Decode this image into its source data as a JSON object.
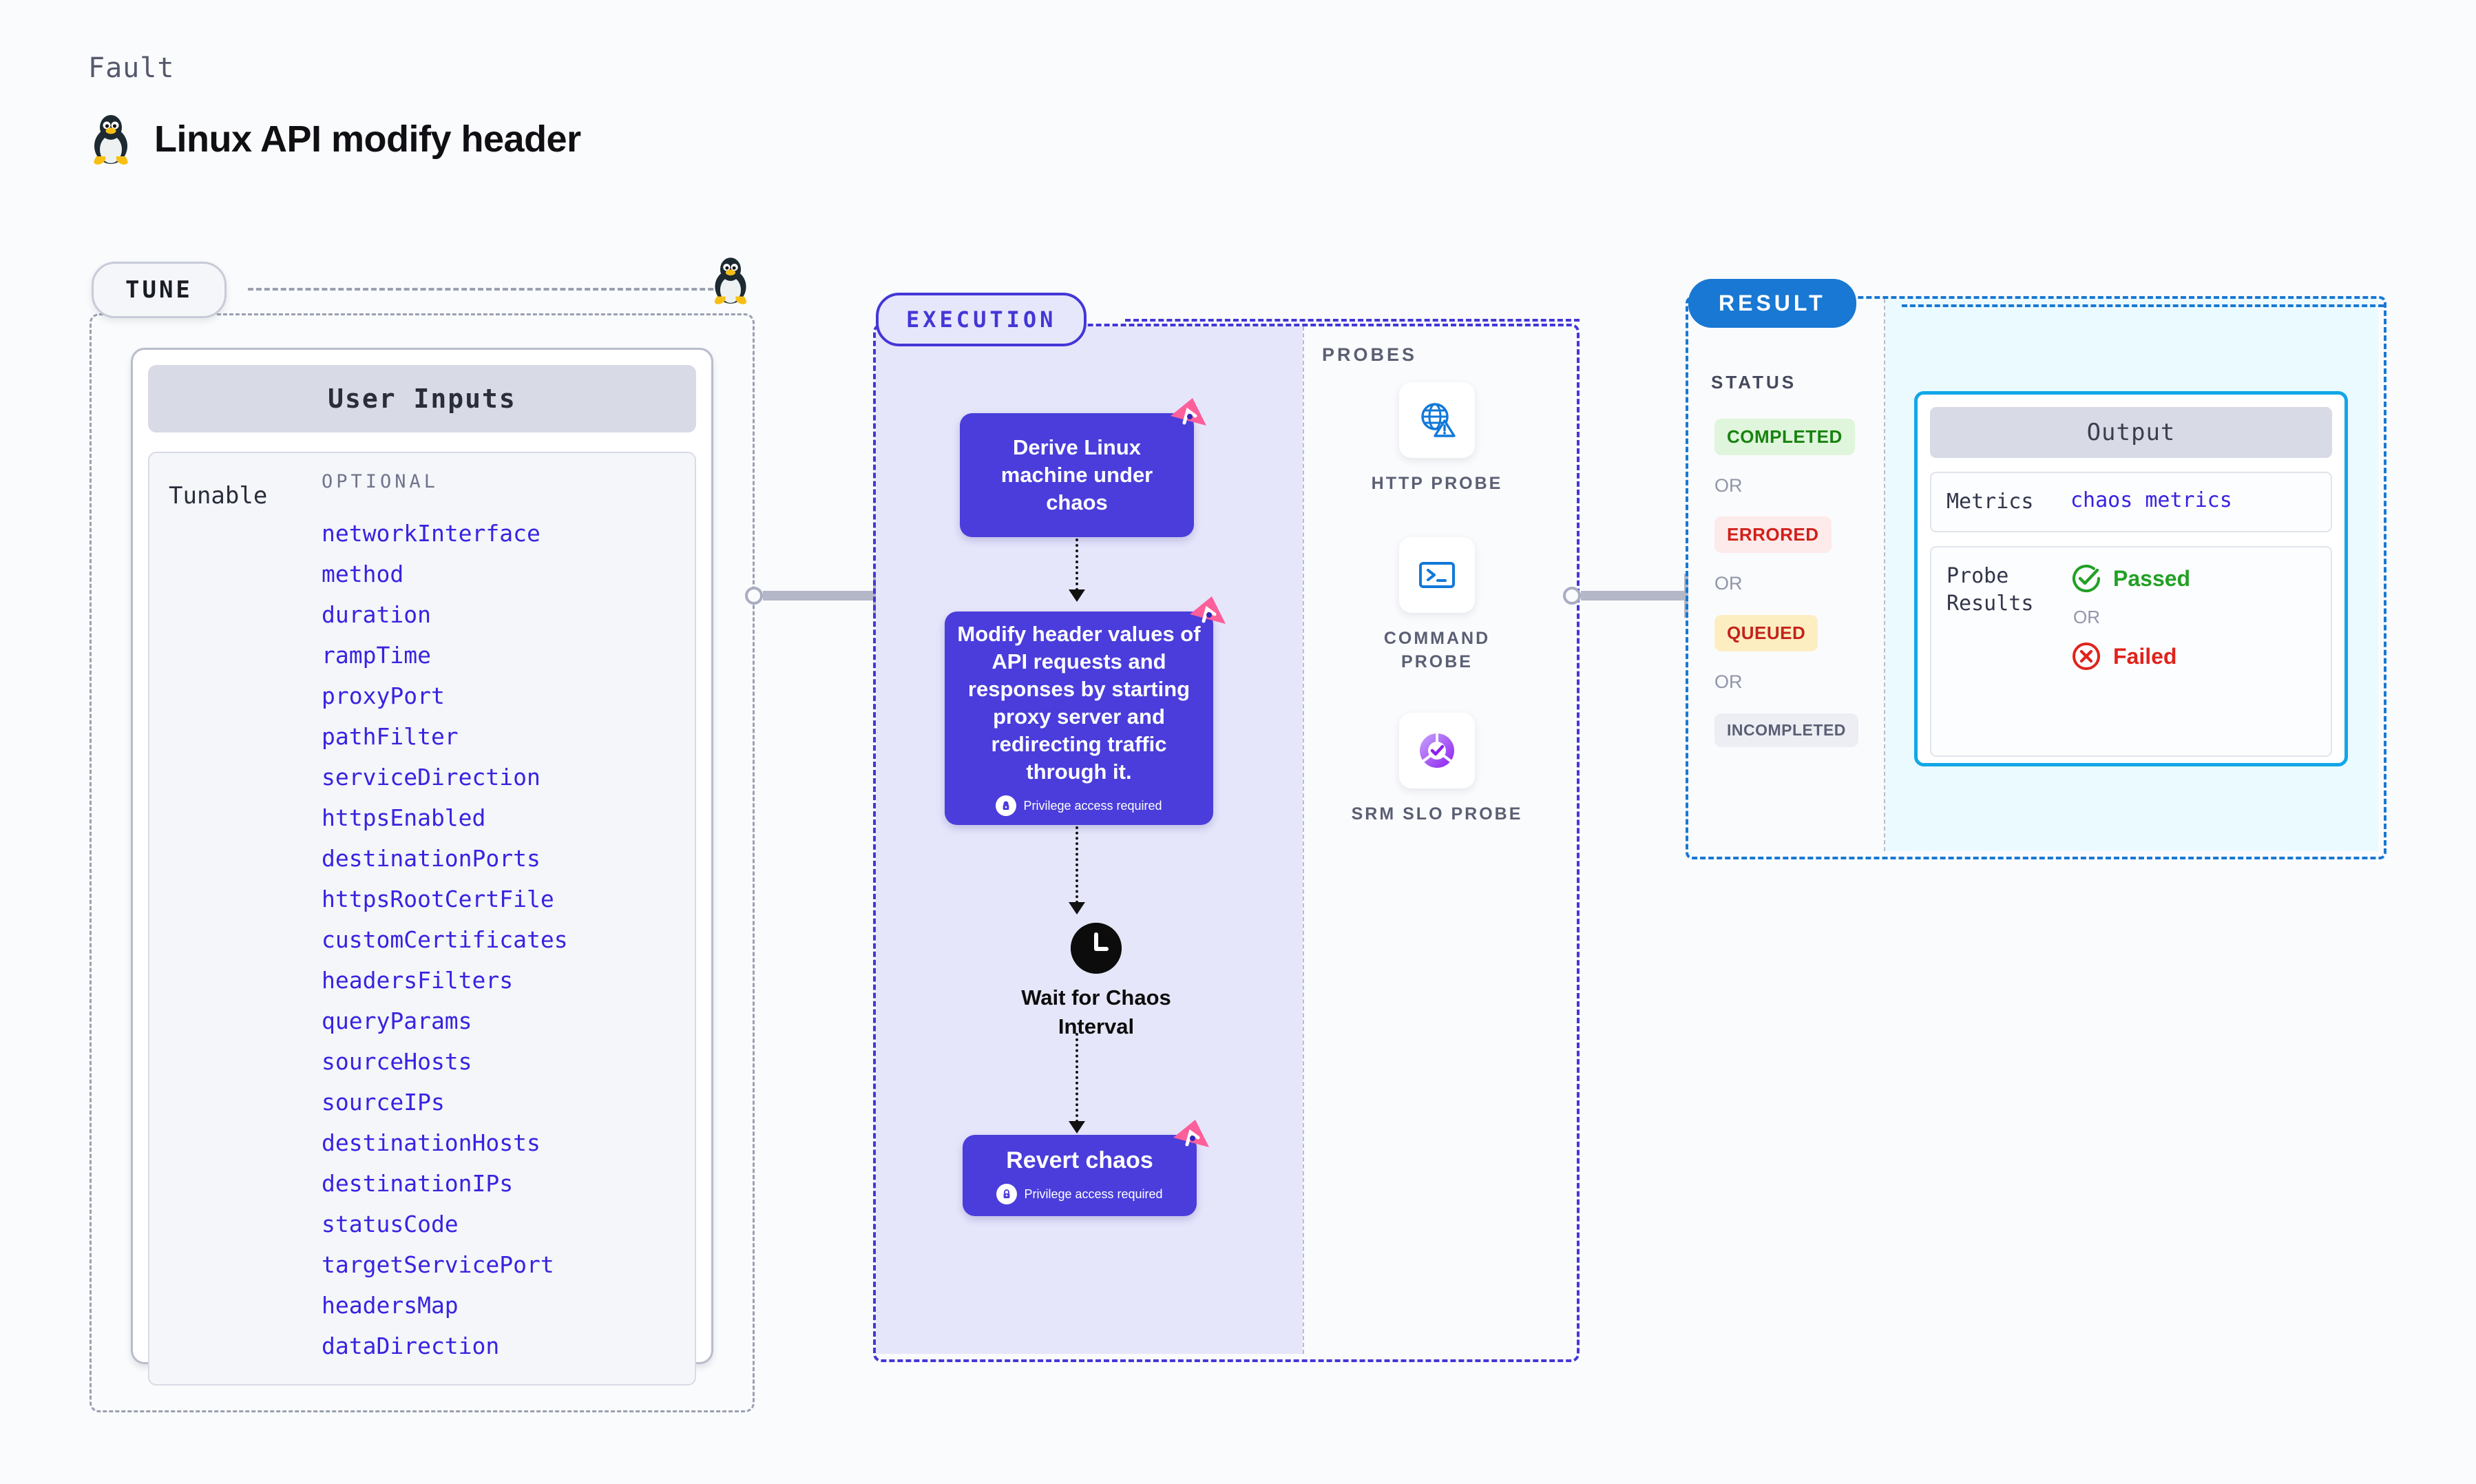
{
  "header": {
    "eyebrow": "Fault",
    "title": "Linux API modify header",
    "os_icon": "linux-penguin-icon"
  },
  "tune": {
    "pill_label": "TUNE",
    "card_title": "User Inputs",
    "tunable_label": "Tunable",
    "optional_label": "OPTIONAL",
    "params": [
      "networkInterface",
      "method",
      "duration",
      "rampTime",
      "proxyPort",
      "pathFilter",
      "serviceDirection",
      "httpsEnabled",
      "destinationPorts",
      "httpsRootCertFile",
      "customCertificates",
      "headersFilters",
      "queryParams",
      "sourceHosts",
      "sourceIPs",
      "destinationHosts",
      "destinationIPs",
      "statusCode",
      "targetServicePort",
      "headersMap",
      "dataDirection"
    ]
  },
  "execution": {
    "pill_label": "EXECUTION",
    "nodes": [
      {
        "id": "derive-node",
        "text": "Derive Linux machine under chaos",
        "privilege_note": null,
        "badge": "harness-ribbon-badge"
      },
      {
        "id": "modify-node",
        "text": "Modify header values of API requests and responses by starting proxy server and redirecting traffic through it.",
        "privilege_note": "Privilege access required",
        "badge": "harness-ribbon-badge"
      },
      {
        "id": "wait-node",
        "text": "Wait for Chaos Interval",
        "privilege_note": null,
        "badge": null
      },
      {
        "id": "revert-node",
        "text": "Revert chaos",
        "privilege_note": "Privilege access required",
        "badge": "harness-ribbon-badge"
      }
    ],
    "probes_title": "PROBES",
    "probes": [
      {
        "label": "HTTP PROBE",
        "icon": "globe-warning-icon"
      },
      {
        "label": "COMMAND PROBE",
        "icon": "terminal-icon"
      },
      {
        "label": "SRM SLO PROBE",
        "icon": "slo-donut-check-icon"
      }
    ]
  },
  "result": {
    "pill_label": "RESULT",
    "status_title": "STATUS",
    "or_label": "OR",
    "statuses": [
      {
        "label": "COMPLETED",
        "fg": "#18820f",
        "bg": "#dff5dc"
      },
      {
        "label": "ERRORED",
        "fg": "#d0201a",
        "bg": "#fdeaea"
      },
      {
        "label": "QUEUED",
        "fg": "#c3241c",
        "bg": "#fdeec2"
      },
      {
        "label": "INCOMPLETED",
        "fg": "#5b5f73",
        "bg": "#eceef4"
      }
    ],
    "output": {
      "title": "Output",
      "metrics_key": "Metrics",
      "metrics_value": "chaos metrics",
      "probe_results_key": "Probe Results",
      "passed_label": "Passed",
      "failed_label": "Failed",
      "or_label": "OR"
    }
  },
  "colors": {
    "indigo": "#4437d6",
    "node": "#4a3ddb",
    "result_blue": "#1878d4",
    "output_cyan": "#11a7e8",
    "param_blue": "#3823e0",
    "ribbon_pink": "#fc5f9a"
  }
}
